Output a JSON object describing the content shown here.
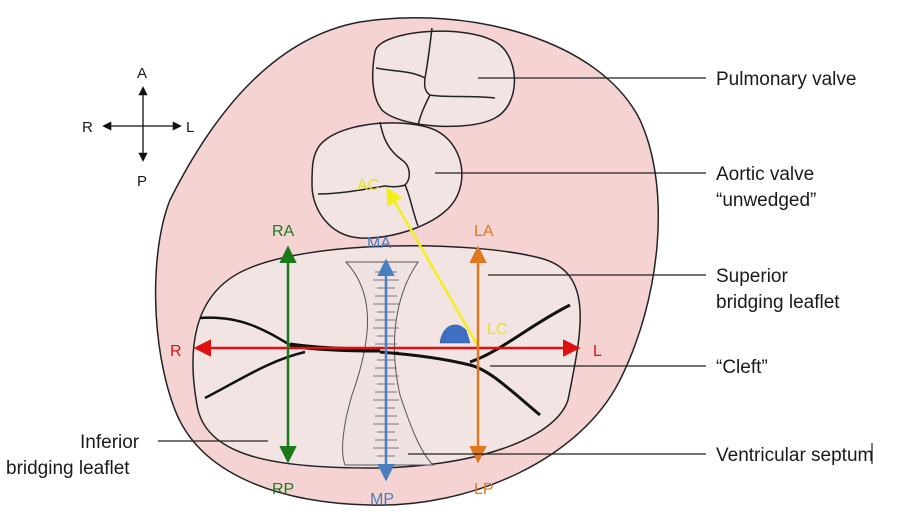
{
  "compass": {
    "north": "A",
    "south": "P",
    "west": "R",
    "east": "L"
  },
  "labels": {
    "pulmonary": "Pulmonary valve",
    "aortic_1": "Aortic valve",
    "aortic_2": "“unwedged”",
    "superior_1": "Superior",
    "superior_2": "bridging leaflet",
    "cleft": "“Cleft”",
    "inferior_1": "Inferior",
    "inferior_2": "bridging leaflet",
    "septum": "Ventricular septum"
  },
  "markers": {
    "AC": "AC",
    "RA": "RA",
    "MA": "MA",
    "LA": "LA",
    "R": "R",
    "L": "L",
    "LC": "LC",
    "RP": "RP",
    "MP": "MP",
    "LP": "LP"
  },
  "colors": {
    "heart_fill": "#f5d3d3",
    "valve_fill": "#f3e4e4",
    "outline": "#222222",
    "red_axis": "#e01010",
    "green_axis": "#1a7a1a",
    "blue_axis": "#4a7ebf",
    "orange_axis": "#e07820",
    "yellow_axis": "#f2ee1a",
    "angle_marker": "#3f6fc0"
  }
}
